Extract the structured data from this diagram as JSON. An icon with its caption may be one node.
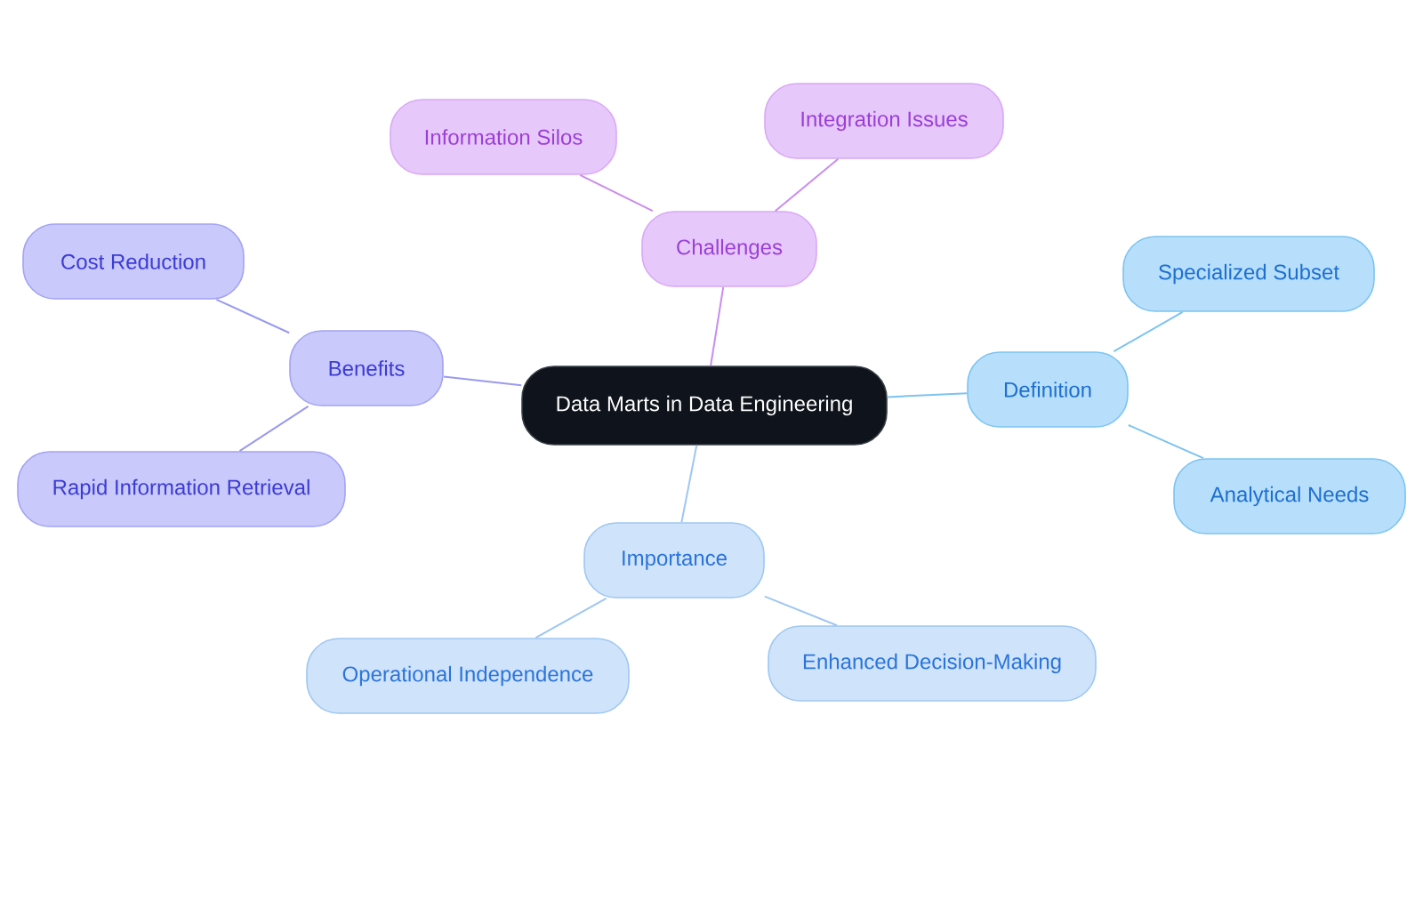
{
  "diagram": {
    "nodes": [
      {
        "text": [
          "Data Marts in Data Engineering"
        ]
      },
      {
        "text": [
          "Challenges"
        ]
      },
      {
        "text": [
          "Information Silos"
        ]
      },
      {
        "text": [
          "Integration Issues"
        ]
      },
      {
        "text": [
          "Definition"
        ]
      },
      {
        "text": [
          "Specialized Subset"
        ]
      },
      {
        "text": [
          "Analytical Needs"
        ]
      },
      {
        "text": [
          "Importance"
        ]
      },
      {
        "text": [
          "Operational Independence"
        ]
      },
      {
        "text": [
          "Enhanced Decision-Making"
        ]
      },
      {
        "text": [
          "Benefits"
        ]
      },
      {
        "text": [
          "Cost Reduction"
        ]
      },
      {
        "text": [
          "Rapid Information Retrieval"
        ]
      }
    ],
    "edges": [
      {
        "from": 0,
        "to": 1,
        "arrow": "none",
        "color": "#c98cf0"
      },
      {
        "from": 1,
        "to": 2,
        "arrow": "none",
        "color": "#c98cf0"
      },
      {
        "from": 1,
        "to": 3,
        "arrow": "none",
        "color": "#c98cf0"
      },
      {
        "from": 0,
        "to": 4,
        "arrow": "none",
        "color": "#7cc3f1"
      },
      {
        "from": 4,
        "to": 5,
        "arrow": "none",
        "color": "#7cc3f1"
      },
      {
        "from": 4,
        "to": 6,
        "arrow": "none",
        "color": "#7cc3f1"
      },
      {
        "from": 0,
        "to": 7,
        "arrow": "none",
        "color": "#9ec7f1"
      },
      {
        "from": 7,
        "to": 8,
        "arrow": "none",
        "color": "#9ec7f1"
      },
      {
        "from": 7,
        "to": 9,
        "arrow": "none",
        "color": "#9ec7f1"
      },
      {
        "from": 0,
        "to": 10,
        "arrow": "none",
        "color": "#9a9af0"
      },
      {
        "from": 10,
        "to": 11,
        "arrow": "none",
        "color": "#9a9af0"
      },
      {
        "from": 10,
        "to": 12,
        "arrow": "none",
        "color": "#9a9af0"
      }
    ]
  }
}
